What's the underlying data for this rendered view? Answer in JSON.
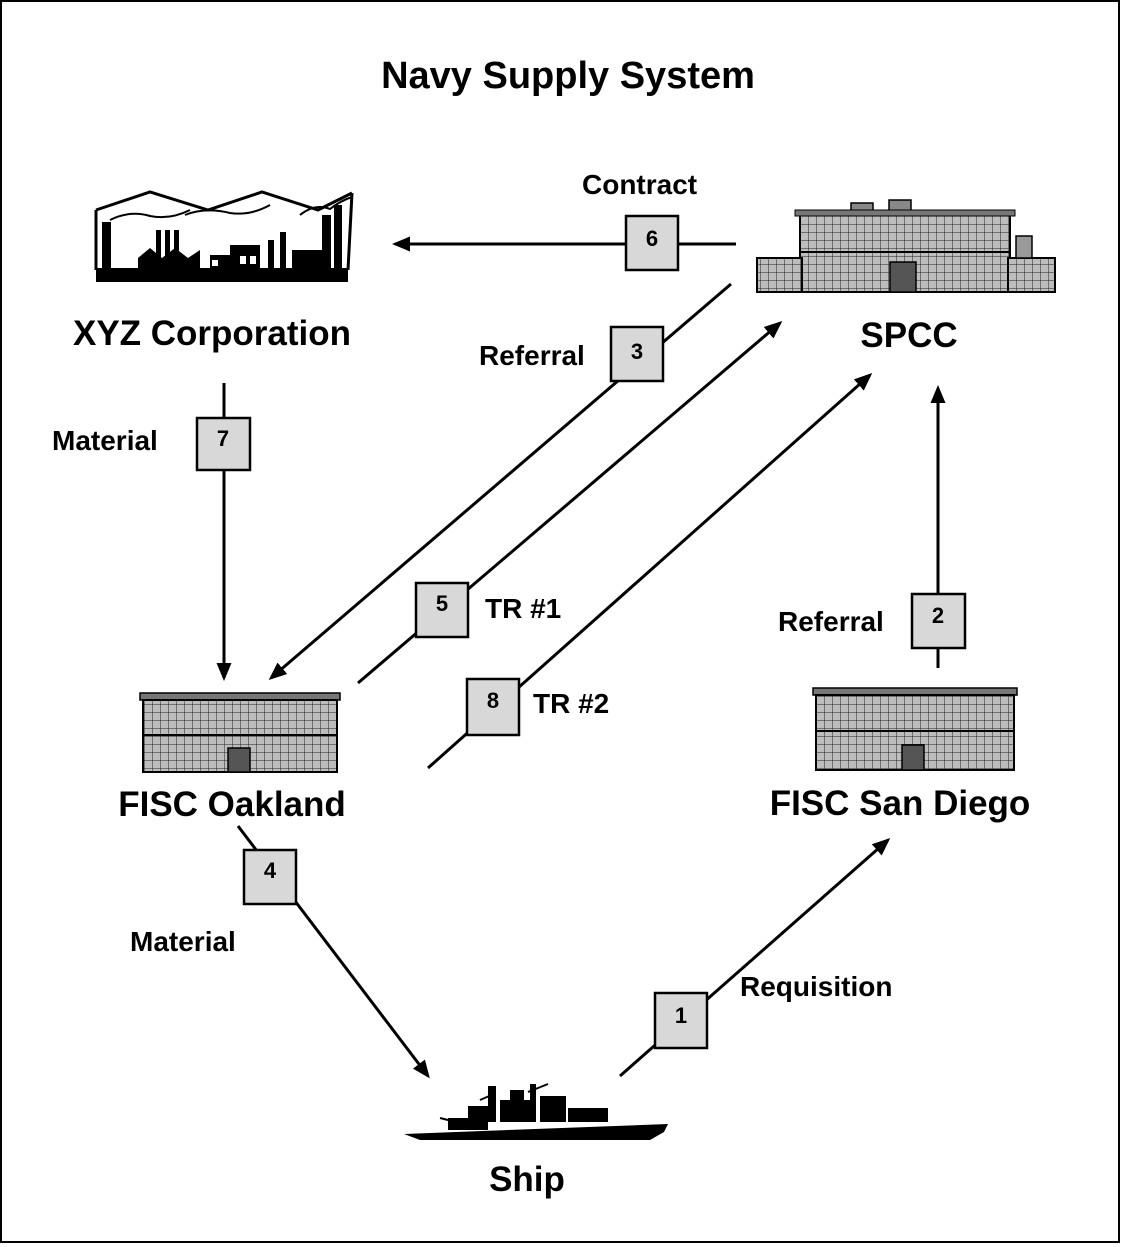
{
  "title": "Navy Supply System",
  "nodes": {
    "xyz": {
      "label": "XYZ Corporation",
      "icon": "factory-icon"
    },
    "spcc": {
      "label": "SPCC",
      "icon": "large-building-icon"
    },
    "oakland": {
      "label": "FISC Oakland",
      "icon": "building-icon"
    },
    "sandiego": {
      "label": "FISC San Diego",
      "icon": "building-icon"
    },
    "ship": {
      "label": "Ship",
      "icon": "ship-icon"
    }
  },
  "steps": [
    {
      "num": "1",
      "label": "Requisition",
      "from": "Ship",
      "to": "FISC San Diego"
    },
    {
      "num": "2",
      "label": "Referral",
      "from": "FISC San Diego",
      "to": "SPCC"
    },
    {
      "num": "3",
      "label": "Referral",
      "from": "SPCC",
      "to": "FISC Oakland"
    },
    {
      "num": "4",
      "label": "Material",
      "from": "FISC Oakland",
      "to": "Ship"
    },
    {
      "num": "5",
      "label": "TR #1",
      "from": "FISC Oakland",
      "to": "SPCC"
    },
    {
      "num": "6",
      "label": "Contract",
      "from": "SPCC",
      "to": "XYZ Corporation"
    },
    {
      "num": "7",
      "label": "Material",
      "from": "XYZ Corporation",
      "to": "FISC Oakland"
    },
    {
      "num": "8",
      "label": "TR #2",
      "from": "FISC Oakland",
      "to": "SPCC"
    }
  ],
  "colors": {
    "line": "#000000",
    "box_fill": "#d8d8d8",
    "background": "#ffffff"
  }
}
